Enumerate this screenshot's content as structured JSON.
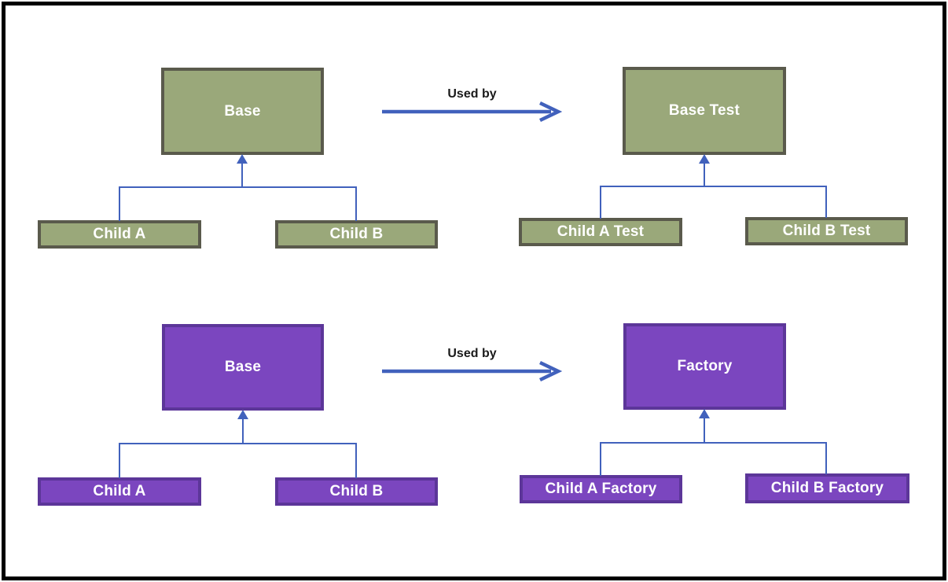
{
  "colors": {
    "green_fill": "#9AA87A",
    "green_border": "#5A5A4C",
    "purple_fill": "#7B46BF",
    "purple_border": "#5C3699",
    "connector_blue": "#4161BC",
    "label_text": "#FFFFFF",
    "relation_label_color": "#1A1A1A",
    "frame_color": "#000000",
    "page_bg": "#FFFFFF"
  },
  "diagrams": [
    {
      "theme": "green",
      "relation_label": "Used by",
      "left": {
        "parent": "Base",
        "children": [
          "Child A",
          "Child B"
        ]
      },
      "right": {
        "parent": "Base Test",
        "children": [
          "Child A Test",
          "Child B Test"
        ]
      }
    },
    {
      "theme": "purple",
      "relation_label": "Used by",
      "left": {
        "parent": "Base",
        "children": [
          "Child A",
          "Child B"
        ]
      },
      "right": {
        "parent": "Factory",
        "children": [
          "Child A Factory",
          "Child B Factory"
        ]
      }
    }
  ]
}
